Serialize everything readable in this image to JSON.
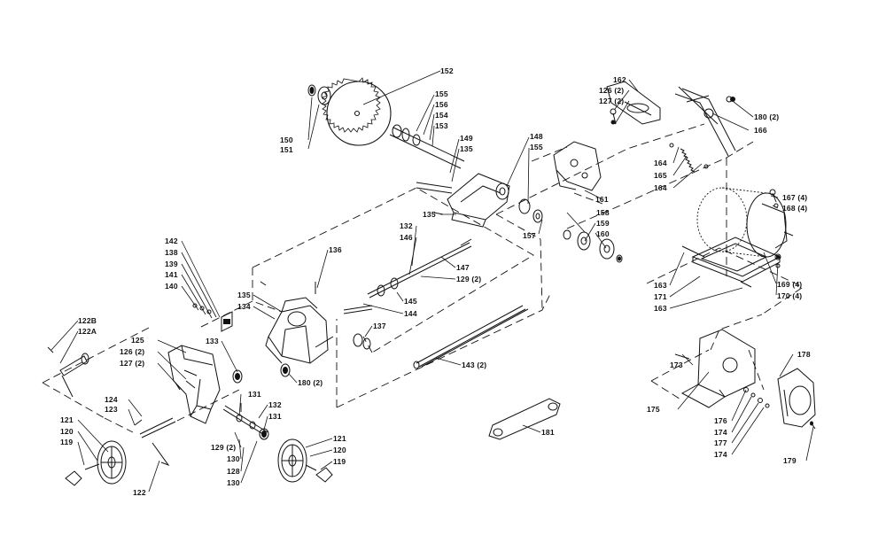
{
  "labels": {
    "l152": "152",
    "l150": "150",
    "l151": "151",
    "l155a": "155",
    "l156": "156",
    "l154": "154",
    "l153": "153",
    "l149": "149",
    "l135a": "135",
    "l148": "148",
    "l155b": "155",
    "l135b": "135",
    "l157": "157",
    "l158": "158",
    "l159": "159",
    "l160": "160",
    "l162": "162",
    "l126a": "126 (2)",
    "l127a": "127 (2)",
    "l180a": "180 (2)",
    "l166": "166",
    "l164a": "164",
    "l165": "165",
    "l164b": "164",
    "l161": "161",
    "l167": "167 (4)",
    "l168": "168 (4)",
    "l169": "169 (4)",
    "l170": "170 (4)",
    "l163a": "163",
    "l171": "171",
    "l163b": "163",
    "l142": "142",
    "l138": "138",
    "l139": "139",
    "l141": "141",
    "l140": "140",
    "l136": "136",
    "l132a": "132",
    "l146": "146",
    "l147": "147",
    "l129a": "129 (2)",
    "l145": "145",
    "l144": "144",
    "l135c": "135",
    "l134": "134",
    "l137": "137",
    "l122b": "122B",
    "l122a": "122A",
    "l125": "125",
    "l126b": "126 (2)",
    "l127b": "127 (2)",
    "l133": "133",
    "l180b": "180 (2)",
    "l143": "143 (2)",
    "l124": "124",
    "l123": "123",
    "l131a": "131",
    "l132b": "132",
    "l131b": "131",
    "l129b": "129 (2)",
    "l130a": "130",
    "l128": "128",
    "l130b": "130",
    "l121a": "121",
    "l120a": "120",
    "l119a": "119",
    "l122": "122",
    "l121b": "121",
    "l120b": "120",
    "l119b": "119",
    "l181": "181",
    "l173": "173",
    "l178": "178",
    "l175": "175",
    "l176": "176",
    "l174a": "174",
    "l177": "177",
    "l174b": "174",
    "l179": "179"
  }
}
